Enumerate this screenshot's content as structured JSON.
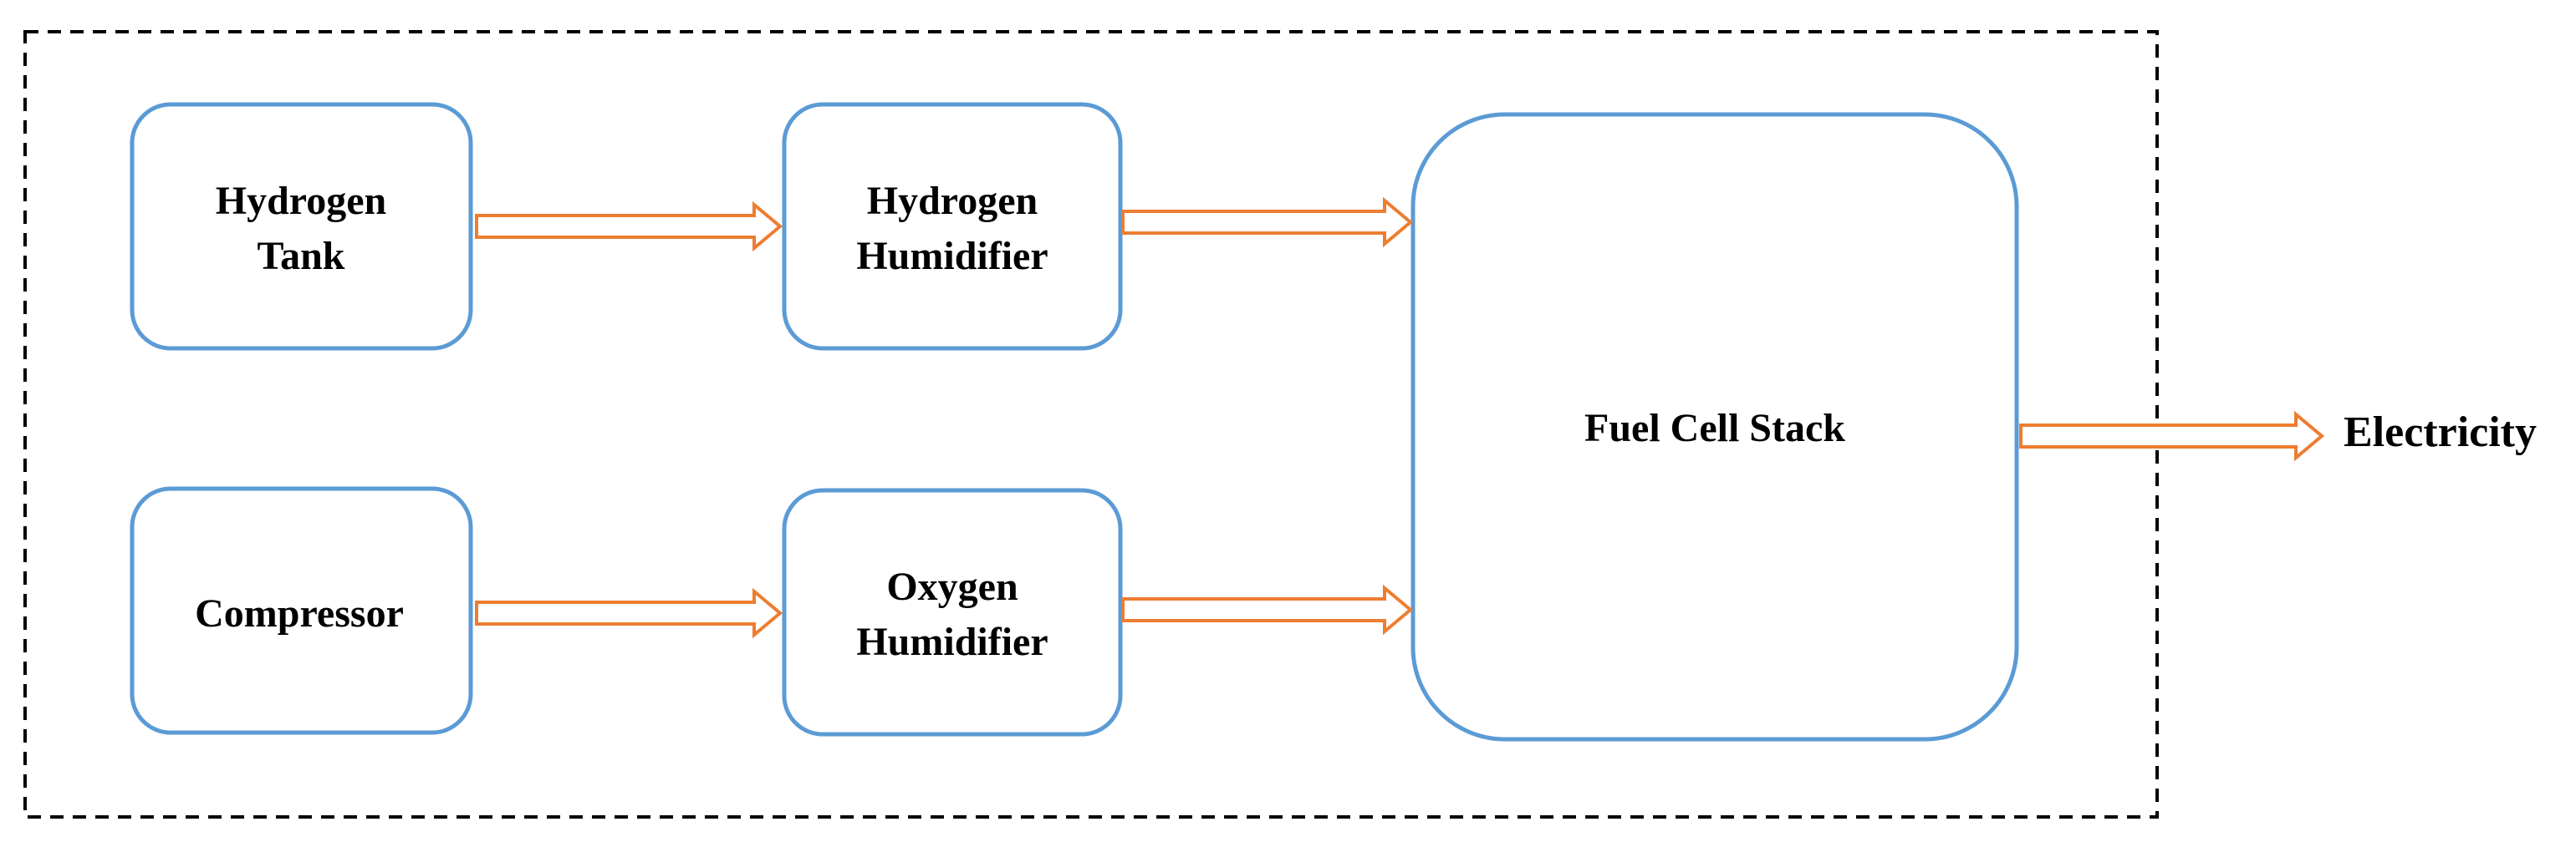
{
  "diagram": {
    "colors": {
      "box_stroke": "#5b9bd5",
      "arrow_stroke": "#ed7d31",
      "boundary_stroke": "#000000",
      "text": "#000000",
      "background": "#ffffff"
    },
    "nodes": {
      "hydrogen_tank": {
        "line1": "Hydrogen",
        "line2": "Tank"
      },
      "hydrogen_humidifier": {
        "line1": "Hydrogen",
        "line2": "Humidifier"
      },
      "compressor": {
        "label": "Compressor"
      },
      "oxygen_humidifier": {
        "line1": "Oxygen",
        "line2": "Humidifier"
      },
      "fuel_cell_stack": {
        "label": "Fuel Cell Stack"
      }
    },
    "output": {
      "label": "Electricity"
    },
    "edges": [
      {
        "from": "Hydrogen Tank",
        "to": "Hydrogen Humidifier"
      },
      {
        "from": "Hydrogen Humidifier",
        "to": "Fuel Cell Stack"
      },
      {
        "from": "Compressor",
        "to": "Oxygen Humidifier"
      },
      {
        "from": "Oxygen Humidifier",
        "to": "Fuel Cell Stack"
      },
      {
        "from": "Fuel Cell Stack",
        "to": "Electricity"
      }
    ]
  }
}
